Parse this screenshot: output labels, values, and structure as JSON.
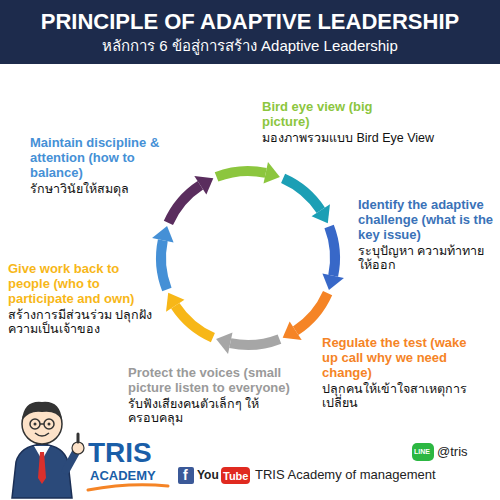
{
  "diagram": {
    "title": "PRINCIPLE OF ADAPTIVE LEADERSHIP",
    "nodes": [
      {
        "text": [
          "Bird eye view (big picture)",
          "มองภาพรวมแบบ Bird Eye View"
        ]
      },
      {
        "text": [
          "Identify the adaptive challenge (what is the key issue)",
          "ระบุปัญหา ความท้าทาย ให้ออก"
        ]
      },
      {
        "text": [
          "Regulate the test (wake up call why we need change)",
          "ปลุกคนให้เข้าใจสาเหตุการเปลี่ยน"
        ]
      },
      {
        "text": [
          "Protect the voices (small picture listen to everyone)",
          "รับฟังเสียงคนตัวเล็กๆ ให้ครอบคลุม"
        ]
      },
      {
        "text": [
          "Give work back to people (who to participate and own)",
          "สร้างการมีส่วนร่วม ปลุกฝังความเป็นเจ้าของ"
        ]
      },
      {
        "text": [
          "Maintain discipline & attention (how to balance)",
          "รักษาวินัยให้สมดุล"
        ]
      }
    ],
    "labels": [
      "หลักการ 6 ข้อสู่การสร้าง Adaptive Leadership",
      "TRIS",
      "ACADEMY",
      "LINE",
      "@tris",
      "f",
      "You",
      "Tube",
      "TRIS Academy of management"
    ]
  }
}
